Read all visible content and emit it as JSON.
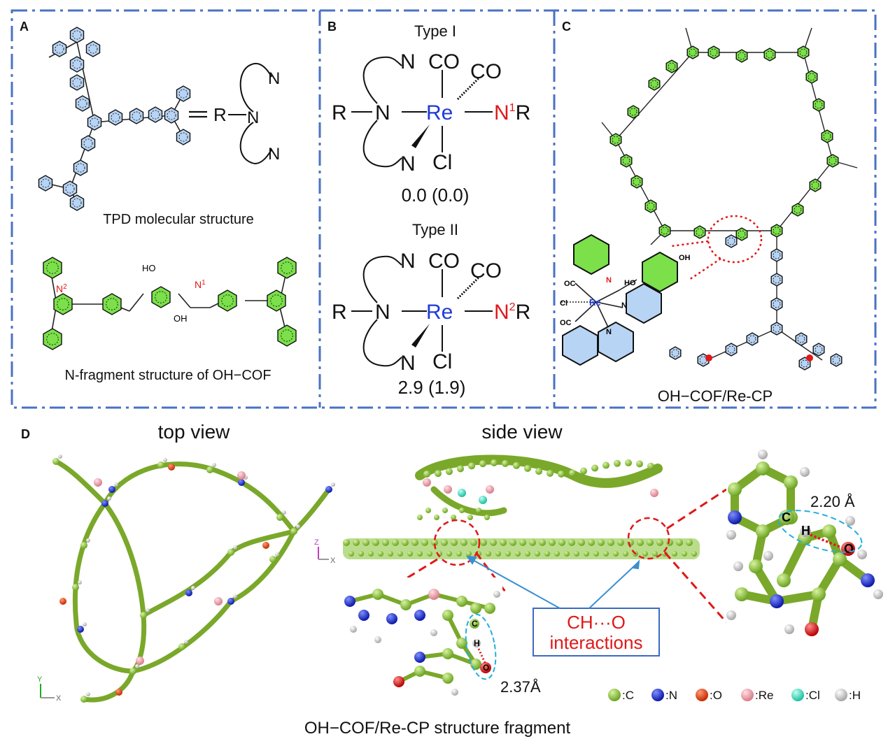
{
  "panels": {
    "a": {
      "letter": "A",
      "caption_top": "TPD molecular structure",
      "caption_bottom": "N-fragment structure of OH−COF",
      "r_label": "R",
      "n_label": "N",
      "n2": "N",
      "n2_sup": "2",
      "n1": "N",
      "n1_sup": "1",
      "ho": "HO",
      "oh": "OH"
    },
    "b": {
      "letter": "B",
      "type1": "Type I",
      "type2": "Type II",
      "energy1": "0.0 (0.0)",
      "energy2": "2.9 (1.9)",
      "re": "Re",
      "co": "CO",
      "cl": "Cl",
      "n": "N",
      "r": "R",
      "n1_sup": "1",
      "n2_sup": "2"
    },
    "c": {
      "letter": "C",
      "caption": "OH−COF/Re-CP",
      "re": "Re",
      "oc": "OC",
      "cl": "Cl",
      "ho": "HO",
      "oh": "OH",
      "n": "N"
    },
    "d": {
      "letter": "D",
      "top_view": "top view",
      "side_view": "side view",
      "caption": "OH−COF/Re-CP structure fragment",
      "callout_line1": "CH···O",
      "callout_line2": "interactions",
      "dist1": "2.20 Å",
      "dist2": "2.37Å",
      "atom_c": "C",
      "atom_h": "H",
      "atom_o": "O",
      "axis_x": "X",
      "axis_y": "Y",
      "axis_z": "Z"
    }
  },
  "legend": [
    {
      "symbol": ":C",
      "color": "#8cc63f"
    },
    {
      "symbol": ":N",
      "color": "#1a2fd8"
    },
    {
      "symbol": ":O",
      "color": "#ef4a16"
    },
    {
      "symbol": ":Re",
      "color": "#f2a0a8"
    },
    {
      "symbol": ":Cl",
      "color": "#3fe0c4"
    },
    {
      "symbol": ":H",
      "color": "#e8e8e8"
    }
  ],
  "colors": {
    "frame": "#4a72c4",
    "ring_blue": "#b8d4f4",
    "ring_green": "#7be04a",
    "highlight_red": "#e01818",
    "highlight_cyan": "#22aee0"
  }
}
